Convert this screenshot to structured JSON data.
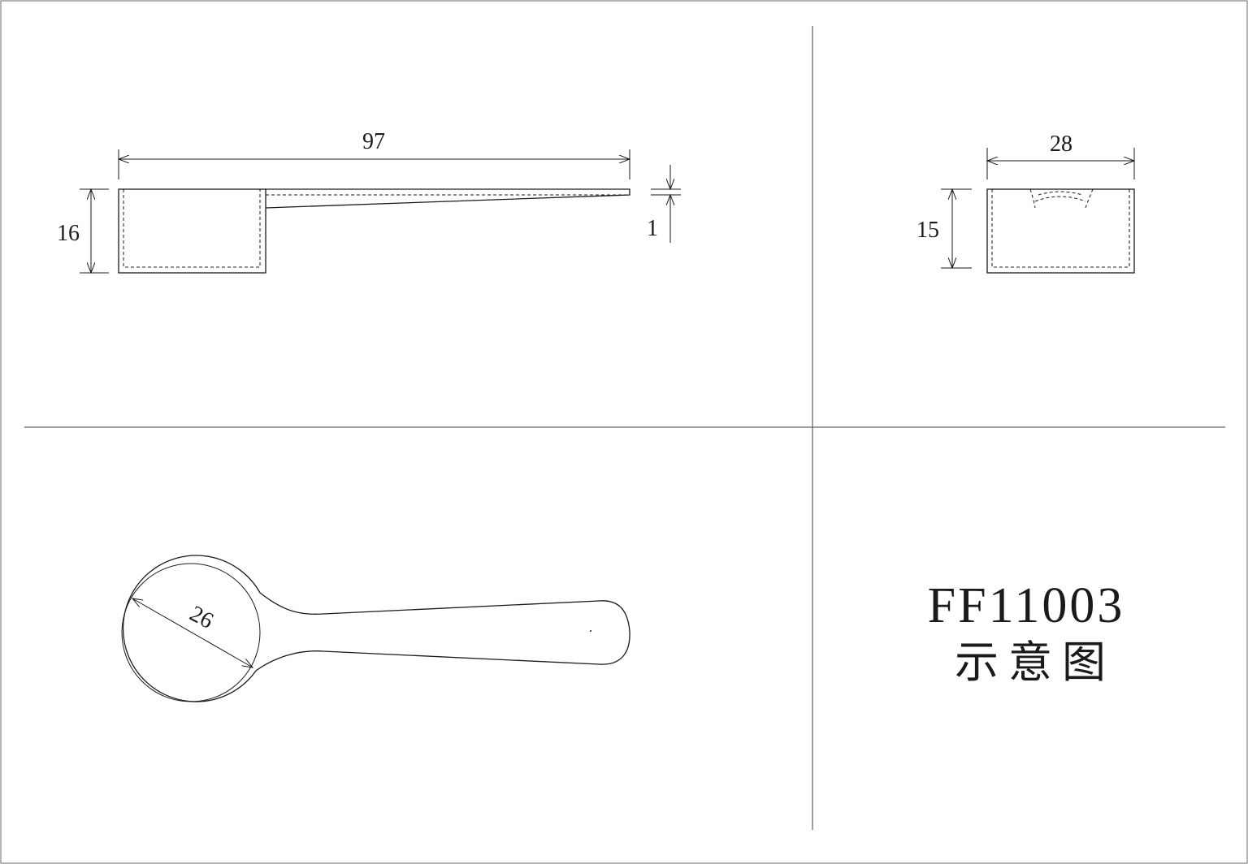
{
  "dimensions": {
    "side_length": "97",
    "side_height": "16",
    "handle_thickness": "1",
    "end_width": "28",
    "end_height": "15",
    "bowl_diameter": "26"
  },
  "title_block": {
    "model_code": "FF11003",
    "caption": "示意图"
  }
}
